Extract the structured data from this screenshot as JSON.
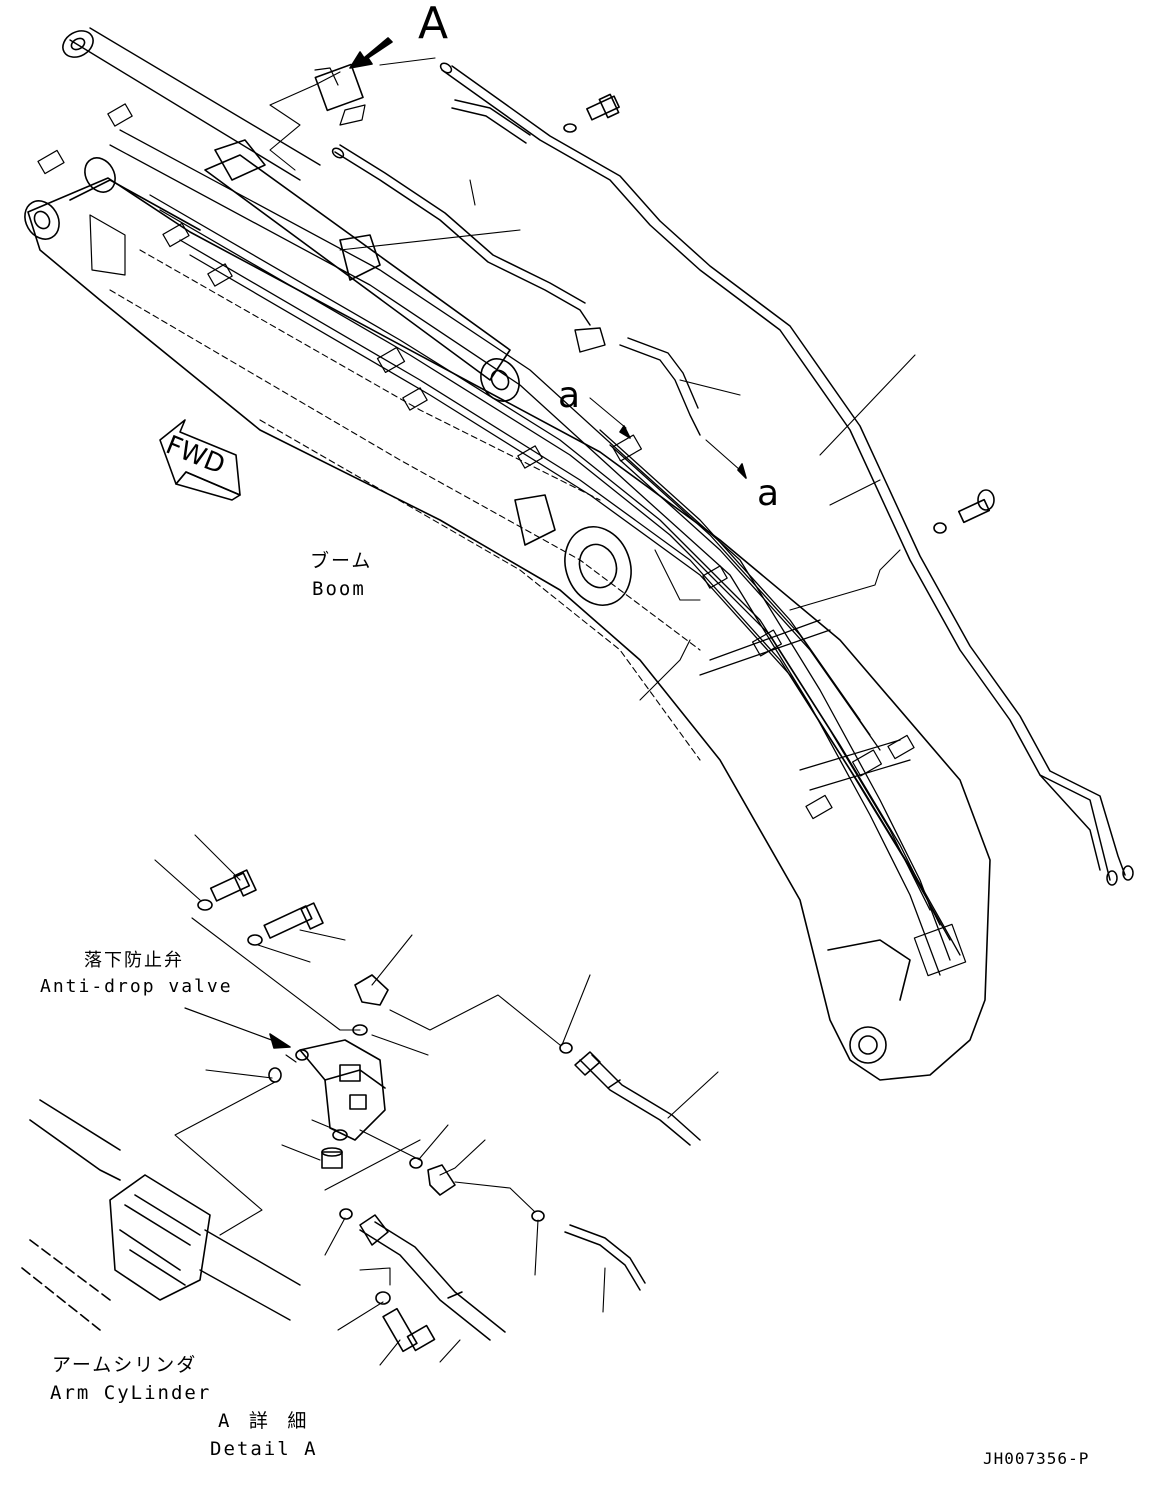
{
  "callouts": {
    "detail_view_letter": "A",
    "section_letter_left": "a",
    "section_letter_right": "a"
  },
  "labels": {
    "boom_jp": "ブーム",
    "boom_en": "Boom",
    "valve_jp": "落下防止弁",
    "valve_en": "Anti-drop valve",
    "arm_cylinder_jp": "アームシリンダ",
    "arm_cylinder_en": "Arm CyLinder",
    "detail_jp": "A 詳 細",
    "detail_en": "Detail A",
    "drawing_code": "JH007356-P",
    "forward_marker": "FWD"
  },
  "colors": {
    "line": "#000000",
    "background": "#ffffff"
  }
}
